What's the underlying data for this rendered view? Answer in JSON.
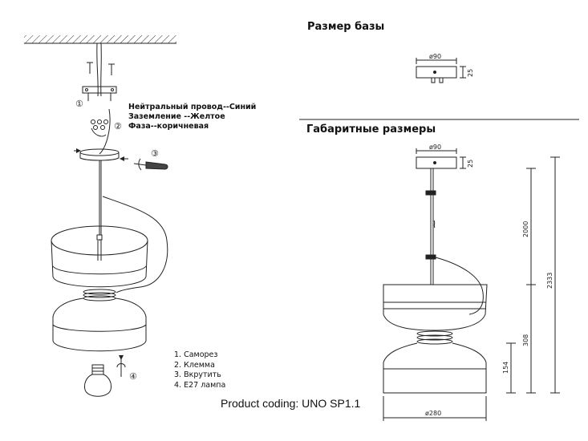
{
  "headings": {
    "base_size": "Размер базы",
    "overall_dimensions": "Габаритные размеры"
  },
  "wiring": [
    "Нейтральный провод--Синий",
    "Заземление --Желтое",
    "Фаза--коричневая"
  ],
  "legend": [
    "1. Саморез",
    "2. Клемма",
    "3. Вкрутить",
    "4. E27 лампа"
  ],
  "step_markers": [
    "①",
    "②",
    "③",
    "④"
  ],
  "dimensions": {
    "base_diameter": "ø90",
    "base_height": "25",
    "cable_length": "2000",
    "total_height": "2333",
    "shade_height": "308",
    "lower_height": "154",
    "shade_diameter": "ø280"
  },
  "product_coding": "Product coding: UNO SP1.1"
}
